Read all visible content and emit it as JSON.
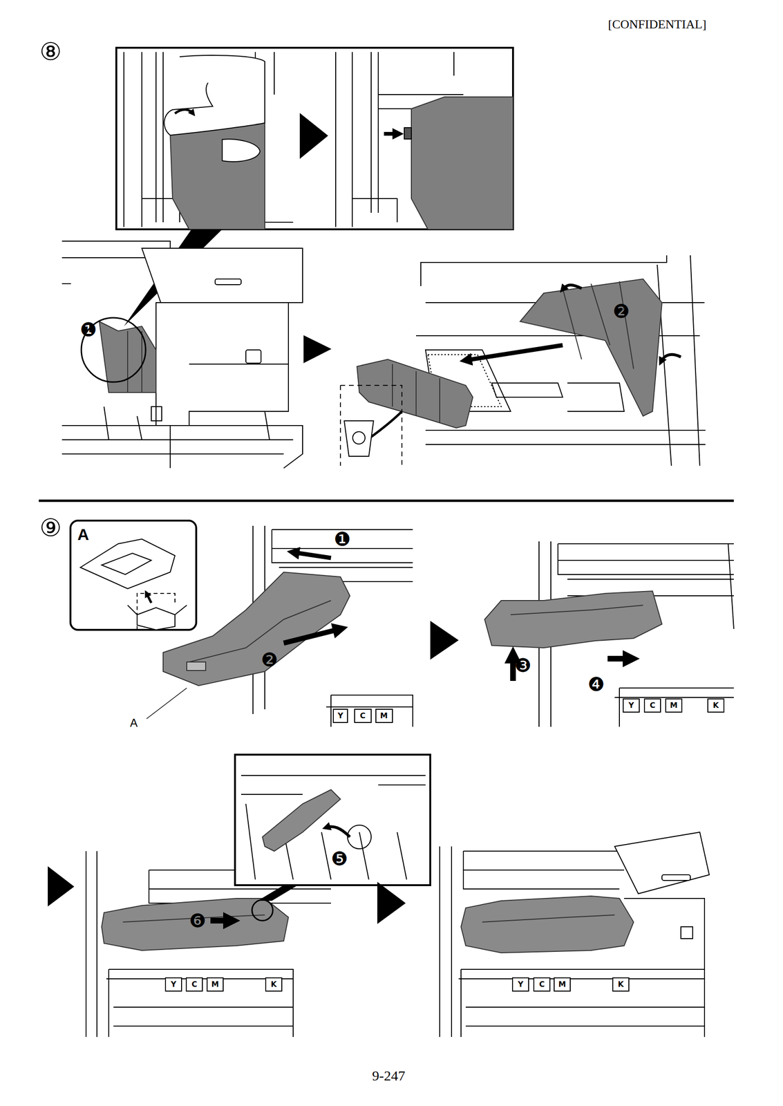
{
  "diagram": {
    "labels": [
      "[CONFIDENTIAL]",
      "⑧",
      "❶",
      "❷",
      "⑨",
      "A",
      "❶",
      "❷",
      "A",
      "❸",
      "❹",
      "❺",
      "❻",
      "9-247",
      "Y",
      "C",
      "M",
      "Y",
      "C",
      "M",
      "K",
      "Y",
      "C",
      "M",
      "K",
      "Y",
      "C",
      "M",
      "K"
    ]
  }
}
